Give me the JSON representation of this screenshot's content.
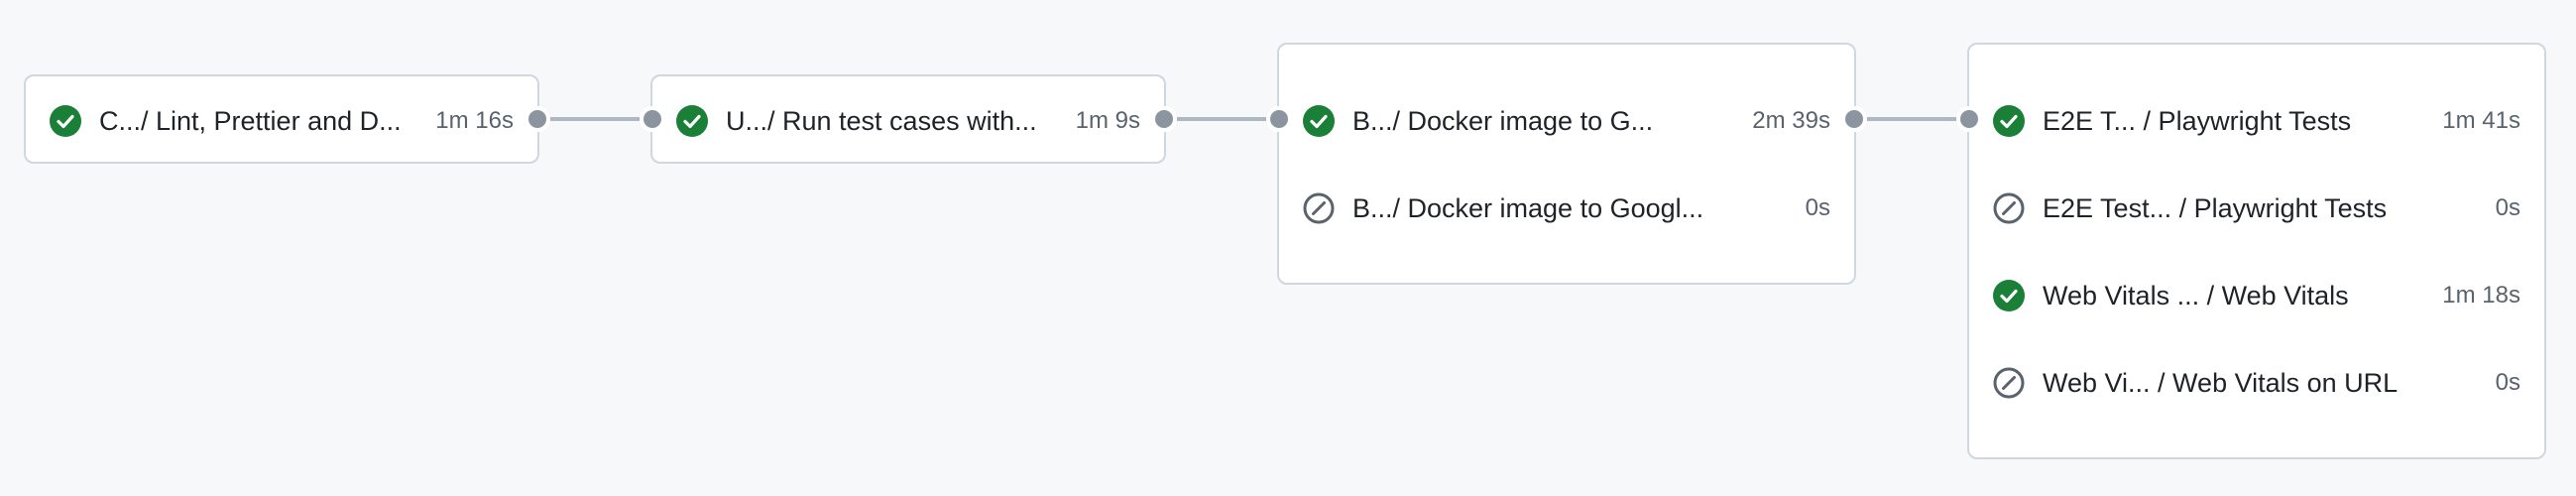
{
  "workflow_graph": {
    "stages": [
      {
        "jobs": [
          {
            "name": "C.../ Lint, Prettier and D...",
            "duration": "1m 16s",
            "status": "success",
            "status_icon": "check-circle-icon"
          }
        ]
      },
      {
        "jobs": [
          {
            "name": "U.../ Run test cases with...",
            "duration": "1m 9s",
            "status": "success",
            "status_icon": "check-circle-icon"
          }
        ]
      },
      {
        "jobs": [
          {
            "name": "B.../ Docker image to G...",
            "duration": "2m 39s",
            "status": "success",
            "status_icon": "check-circle-icon"
          },
          {
            "name": "B.../ Docker image to Googl...",
            "duration": "0s",
            "status": "skipped",
            "status_icon": "skipped-icon"
          }
        ]
      },
      {
        "jobs": [
          {
            "name": "E2E T... / Playwright Tests",
            "duration": "1m 41s",
            "status": "success",
            "status_icon": "check-circle-icon"
          },
          {
            "name": "E2E Test...  / Playwright Tests",
            "duration": "0s",
            "status": "skipped",
            "status_icon": "skipped-icon"
          },
          {
            "name": "Web Vitals ... / Web Vitals",
            "duration": "1m 18s",
            "status": "success",
            "status_icon": "check-circle-icon"
          },
          {
            "name": "Web Vi... / Web Vitals on URL",
            "duration": "0s",
            "status": "skipped",
            "status_icon": "skipped-icon"
          }
        ]
      }
    ]
  },
  "colors": {
    "success": "#1a7f37",
    "skipped": "#59636e",
    "background": "#f6f8fa",
    "card_border": "#d0d7de",
    "connector": "#afb8c1",
    "connector_dot": "#8c959f"
  }
}
